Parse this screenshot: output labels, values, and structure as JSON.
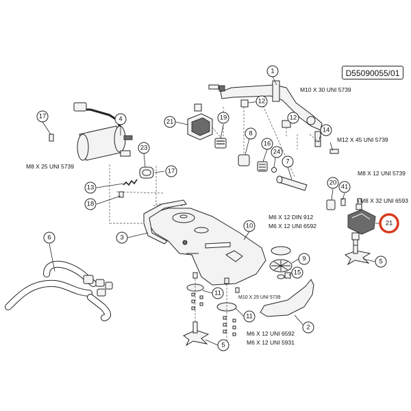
{
  "drawing_code": "D55090055/01",
  "callouts": [
    {
      "id": "c1",
      "label": "1",
      "highlight": false
    },
    {
      "id": "c2",
      "label": "2",
      "highlight": false
    },
    {
      "id": "c3",
      "label": "3",
      "highlight": false
    },
    {
      "id": "c4",
      "label": "4",
      "highlight": false
    },
    {
      "id": "c5a",
      "label": "5",
      "highlight": false
    },
    {
      "id": "c5b",
      "label": "5",
      "highlight": false
    },
    {
      "id": "c6",
      "label": "6",
      "highlight": false
    },
    {
      "id": "c7",
      "label": "7",
      "highlight": false
    },
    {
      "id": "c8",
      "label": "8",
      "highlight": false
    },
    {
      "id": "c9",
      "label": "9",
      "highlight": false
    },
    {
      "id": "c10",
      "label": "10",
      "highlight": false
    },
    {
      "id": "c11a",
      "label": "11",
      "highlight": false
    },
    {
      "id": "c11b",
      "label": "11",
      "highlight": false
    },
    {
      "id": "c12a",
      "label": "12",
      "highlight": false
    },
    {
      "id": "c12b",
      "label": "12",
      "highlight": false
    },
    {
      "id": "c13",
      "label": "13",
      "highlight": false
    },
    {
      "id": "c14",
      "label": "14",
      "highlight": false
    },
    {
      "id": "c15",
      "label": "15",
      "highlight": false
    },
    {
      "id": "c16",
      "label": "16",
      "highlight": false
    },
    {
      "id": "c17a",
      "label": "17",
      "highlight": false
    },
    {
      "id": "c17b",
      "label": "17",
      "highlight": false
    },
    {
      "id": "c18",
      "label": "18",
      "highlight": false
    },
    {
      "id": "c19",
      "label": "19",
      "highlight": false
    },
    {
      "id": "c20",
      "label": "20",
      "highlight": false
    },
    {
      "id": "c21a",
      "label": "21",
      "highlight": false
    },
    {
      "id": "c21b",
      "label": "21",
      "highlight": true
    },
    {
      "id": "c23",
      "label": "23",
      "highlight": false
    },
    {
      "id": "c24",
      "label": "24",
      "highlight": false
    },
    {
      "id": "c41",
      "label": "41",
      "highlight": false
    }
  ],
  "specs": [
    {
      "id": "s1",
      "text": "M10 X 30 UNI 5739"
    },
    {
      "id": "s2",
      "text": "M12 X 45 UNI 5739"
    },
    {
      "id": "s3",
      "text": "M8 X 25 UNI 5739"
    },
    {
      "id": "s4",
      "text": "M8 X 12 UNI 5739"
    },
    {
      "id": "s5",
      "text": "M8 X 32 UNI 6593"
    },
    {
      "id": "s6",
      "text": "M6 X 12 DIN 912"
    },
    {
      "id": "s7",
      "text": "M6 X 12 UNI 6592"
    },
    {
      "id": "s8",
      "text": "M10 X 25 UNI 5739"
    },
    {
      "id": "s9",
      "text": "M6 X 12 UNI 6592"
    },
    {
      "id": "s10",
      "text": "M6 X 12 UNI 5931"
    }
  ]
}
